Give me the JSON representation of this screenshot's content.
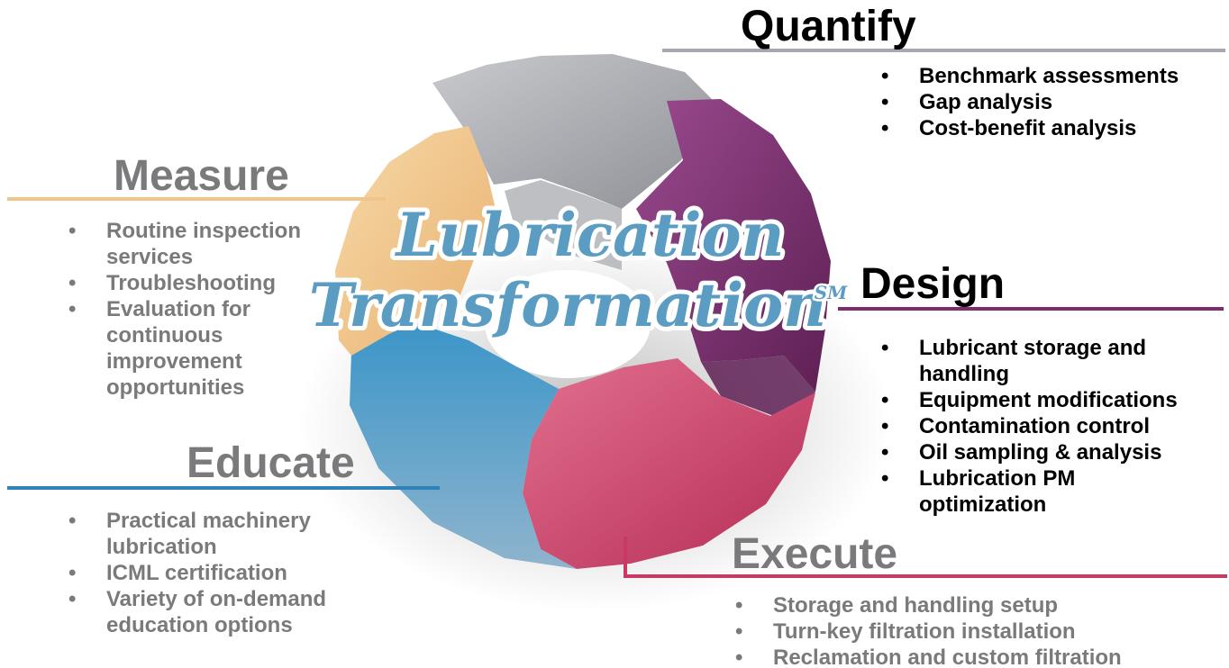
{
  "center_title": {
    "line1": "Lubrication",
    "line2": "Transformation",
    "mark": "SM"
  },
  "colors": {
    "quantify": "#a6a8ae",
    "design": "#7b2d6c",
    "execute": "#c93a62",
    "educate": "#2f83b9",
    "measure": "#f0c58c",
    "title_fill": "#5b9cc2",
    "dark_text": "#000000",
    "grey_text": "#7a7a7c"
  },
  "stages": {
    "quantify": {
      "title": "Quantify",
      "items": [
        "Benchmark assessments",
        "Gap analysis",
        "Cost-benefit analysis"
      ]
    },
    "measure": {
      "title": "Measure",
      "items": [
        "Routine inspection services",
        "Troubleshooting",
        "Evaluation for continuous improvement opportunities"
      ]
    },
    "design": {
      "title": "Design",
      "items": [
        "Lubricant storage and handling",
        "Equipment modifications",
        "Contamination control",
        "Oil sampling & analysis",
        "Lubrication PM optimization"
      ]
    },
    "educate": {
      "title": "Educate",
      "items": [
        "Practical machinery lubrication",
        "ICML certification",
        "Variety of on-demand education options"
      ]
    },
    "execute": {
      "title": "Execute",
      "items": [
        "Storage and handling setup",
        "Turn-key filtration installation",
        "Reclamation and custom filtration"
      ]
    }
  }
}
